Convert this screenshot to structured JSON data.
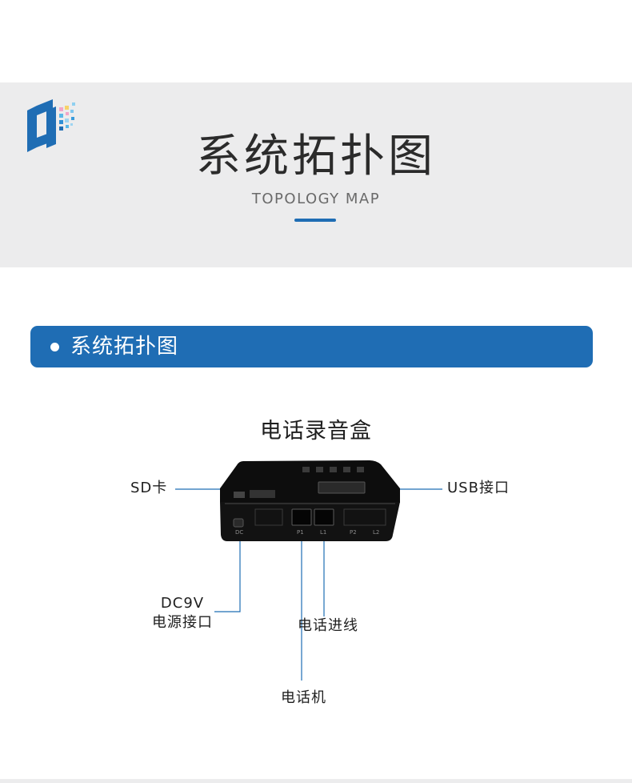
{
  "header": {
    "title": "系统拓扑图",
    "subtitle": "TOPOLOGY MAP"
  },
  "section": {
    "label": "系统拓扑图"
  },
  "diagram": {
    "device_title": "电话录音盒",
    "labels": {
      "sd_card": "SD卡",
      "usb_port": "USB接口",
      "dc_line1": "DC9V",
      "dc_line2": "电源接口",
      "phone_line": "电话进线",
      "telephone": "电话机"
    },
    "port_marks": {
      "dc": "DC",
      "p1": "P1",
      "l1": "L1",
      "p2": "P2",
      "l2": "L2"
    }
  },
  "colors": {
    "accent": "#1f6db4",
    "banner_bg": "#ececed",
    "device": "#0d0d0d",
    "leader_line": "#1f6db4"
  }
}
